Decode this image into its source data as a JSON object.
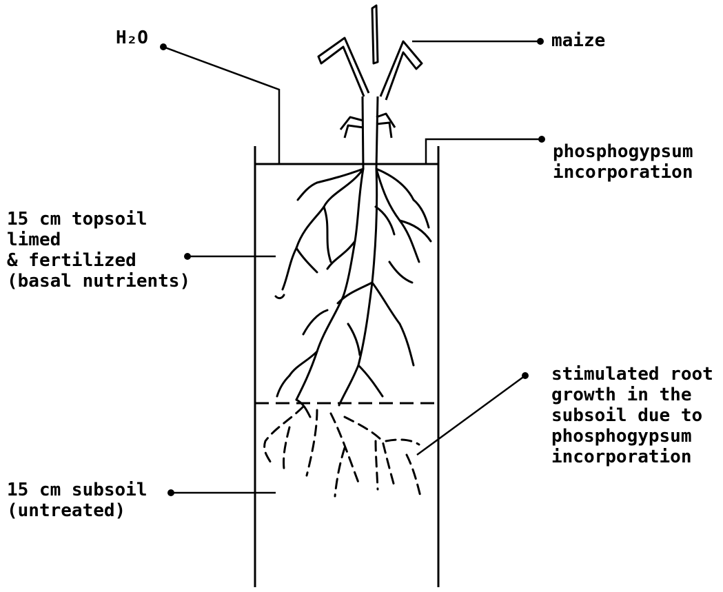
{
  "labels": {
    "water": "H₂O",
    "maize": "maize",
    "phosphogypsum": [
      "phosphogypsum",
      "incorporation"
    ],
    "topsoil": [
      "15 cm topsoil",
      "limed",
      "& fertilized",
      "(basal nutrients)"
    ],
    "stimulated": [
      "stimulated root",
      "growth in the",
      "subsoil due to",
      "phosphogypsum",
      "incorporation"
    ],
    "subsoil": [
      "15 cm subsoil",
      "(untreated)"
    ]
  }
}
